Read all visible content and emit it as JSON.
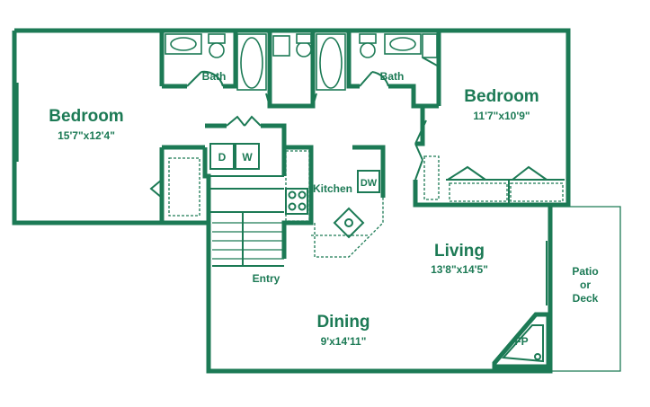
{
  "rooms": {
    "bedroom_left": {
      "name": "Bedroom",
      "size": "15'7\"x12'4\""
    },
    "bedroom_right": {
      "name": "Bedroom",
      "size": "11'7\"x10'9\""
    },
    "bath_left": {
      "name": "Bath"
    },
    "bath_right": {
      "name": "Bath"
    },
    "living": {
      "name": "Living",
      "size": "13'8\"x14'5\""
    },
    "dining": {
      "name": "Dining",
      "size": "9'x14'11\""
    },
    "kitchen": {
      "name": "Kitchen"
    },
    "entry": {
      "name": "Entry"
    },
    "patio": {
      "line1": "Patio",
      "line2": "or",
      "line3": "Deck"
    }
  },
  "fixtures": {
    "washer": "D",
    "dryer": "W",
    "dishwasher": "DW",
    "fireplace": "FP"
  },
  "colors": {
    "ink": "#1c7a55",
    "background": "#ffffff"
  }
}
